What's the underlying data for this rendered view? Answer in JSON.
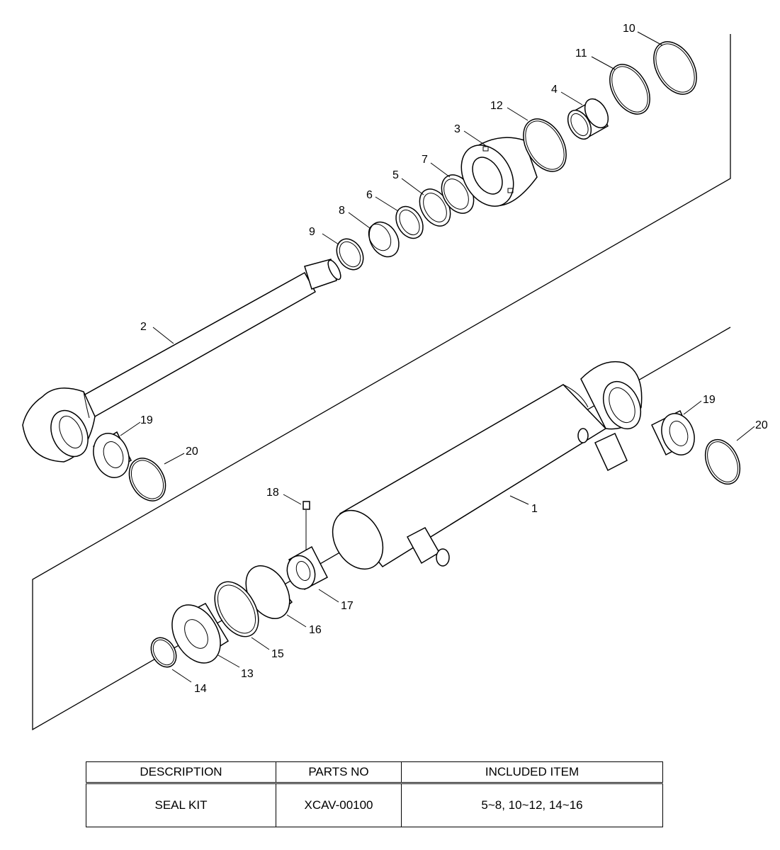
{
  "diagram": {
    "callouts": {
      "c1": "1",
      "c2": "2",
      "c3": "3",
      "c4": "4",
      "c5": "5",
      "c6": "6",
      "c7": "7",
      "c8": "8",
      "c9": "9",
      "c10": "10",
      "c11": "11",
      "c12": "12",
      "c13": "13",
      "c14": "14",
      "c15": "15",
      "c16": "16",
      "c17": "17",
      "c18": "18",
      "c19a": "19",
      "c19b": "19",
      "c20a": "20",
      "c20b": "20"
    }
  },
  "table": {
    "headers": {
      "description": "DESCRIPTION",
      "parts_no": "PARTS NO",
      "included_item": "INCLUDED ITEM"
    },
    "rows": [
      {
        "description": "SEAL KIT",
        "parts_no": "XCAV-00100",
        "included_item": "5~8, 10~12, 14~16"
      }
    ]
  }
}
